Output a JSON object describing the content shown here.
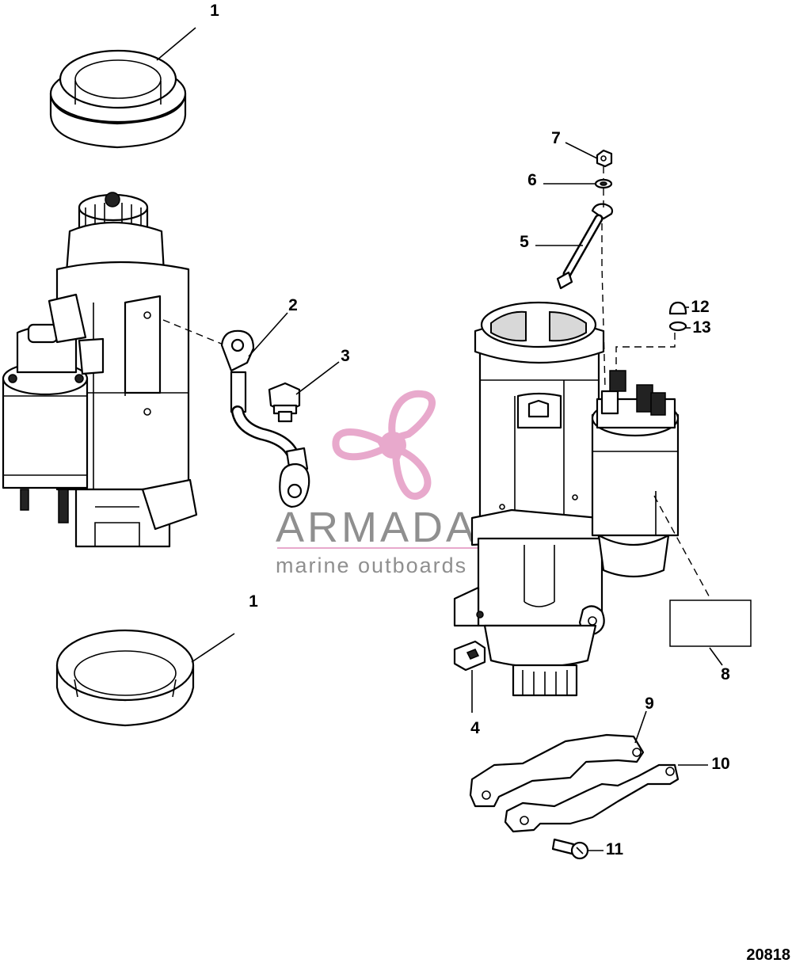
{
  "diagram_id": "20818",
  "watermark": {
    "brand": "ARMADA",
    "tagline": "marine outboards",
    "colors": {
      "logo": "#e8a9cc",
      "logo_dark": "#c9489a",
      "text": "#8f8f8f"
    }
  },
  "callouts": [
    {
      "id": "c1a",
      "label": "1"
    },
    {
      "id": "c1b",
      "label": "1"
    },
    {
      "id": "c2",
      "label": "2"
    },
    {
      "id": "c3",
      "label": "3"
    },
    {
      "id": "c4",
      "label": "4"
    },
    {
      "id": "c5",
      "label": "5"
    },
    {
      "id": "c6",
      "label": "6"
    },
    {
      "id": "c7",
      "label": "7"
    },
    {
      "id": "c8",
      "label": "8"
    },
    {
      "id": "c9",
      "label": "9"
    },
    {
      "id": "c10",
      "label": "10"
    },
    {
      "id": "c11",
      "label": "11"
    },
    {
      "id": "c12",
      "label": "12"
    },
    {
      "id": "c13",
      "label": "13"
    }
  ]
}
